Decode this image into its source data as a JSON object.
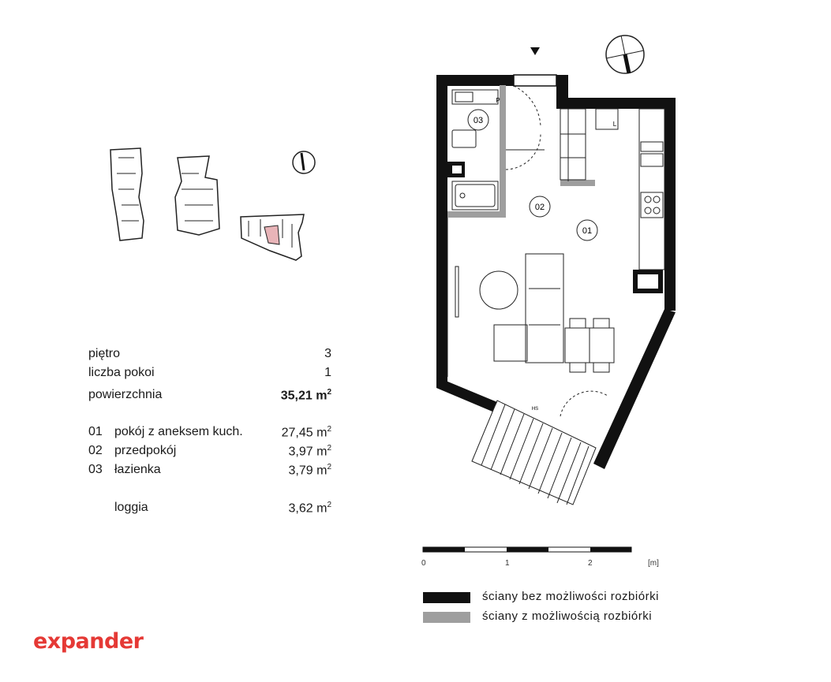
{
  "info": {
    "floor": {
      "label": "piętro",
      "value": "3"
    },
    "rooms_count": {
      "label": "liczba pokoi",
      "value": "1"
    },
    "area": {
      "label": "powierzchnia",
      "value": "35,21",
      "unit": "m",
      "unit_sup": "2"
    }
  },
  "rooms": [
    {
      "num": "01",
      "name": "pokój z aneksem kuch.",
      "area": "27,45",
      "unit": "m",
      "unit_sup": "2"
    },
    {
      "num": "02",
      "name": "przedpokój",
      "area": "3,97",
      "unit": "m",
      "unit_sup": "2"
    },
    {
      "num": "03",
      "name": "łazienka",
      "area": "3,79",
      "unit": "m",
      "unit_sup": "2"
    }
  ],
  "loggia": {
    "name": "loggia",
    "area": "3,62",
    "unit": "m",
    "unit_sup": "2"
  },
  "plan_labels": {
    "r01": "01",
    "r02": "02",
    "r03": "03",
    "p": "P",
    "l": "L",
    "h": "HS"
  },
  "scale": {
    "t0": "0",
    "t1": "1",
    "t2": "2",
    "unit": "[m]"
  },
  "legend": {
    "load_bearing": "ściany bez możliwości rozbiórki",
    "removable": "ściany z możliwością rozbiórki"
  },
  "colors": {
    "wall": "#111111",
    "removable_wall": "#9e9e9e",
    "highlight": "#e8b4b8",
    "brand": "#e53935"
  },
  "logo": "expander"
}
